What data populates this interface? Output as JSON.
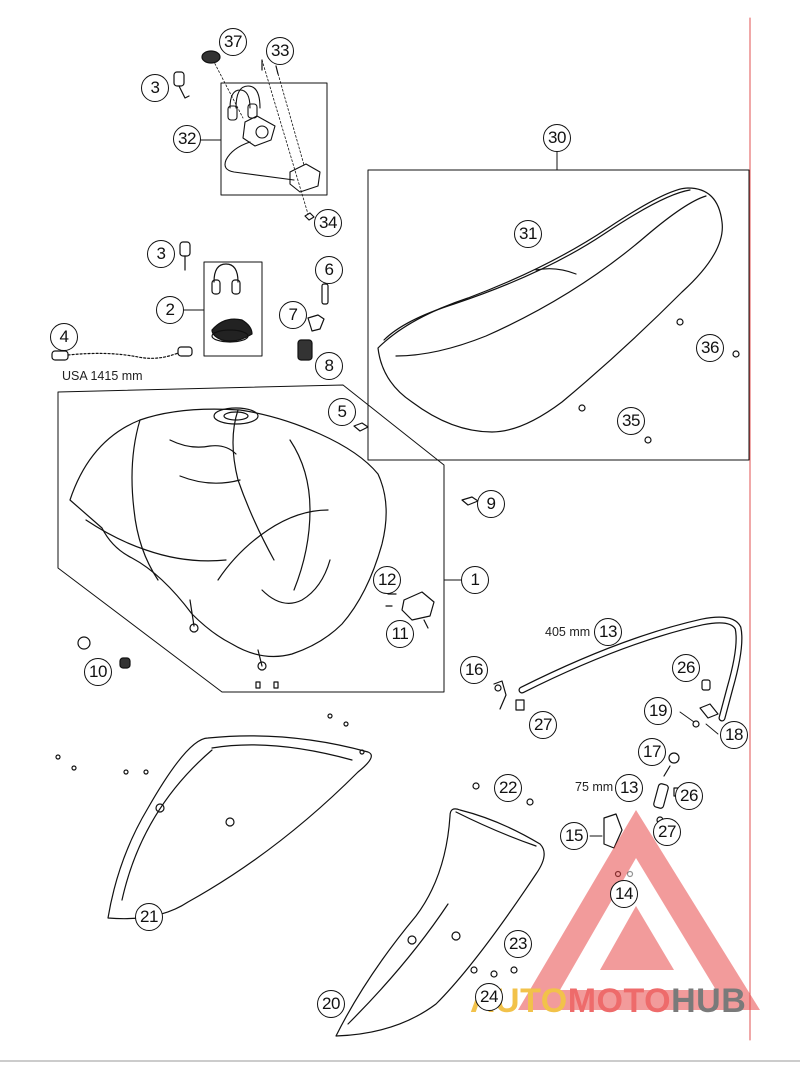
{
  "diagram": {
    "labels": {
      "l1": "1",
      "l2": "2",
      "l3a": "3",
      "l3b": "3",
      "l4": "4",
      "l5": "5",
      "l6": "6",
      "l7": "7",
      "l8": "8",
      "l9": "9",
      "l10": "10",
      "l11": "11",
      "l12": "12",
      "l13a": "13",
      "l13b": "13",
      "l14": "14",
      "l15": "15",
      "l16": "16",
      "l17": "17",
      "l18": "18",
      "l19": "19",
      "l20": "20",
      "l21": "21",
      "l22": "22",
      "l23": "23",
      "l24": "24",
      "l26a": "26",
      "l26b": "26",
      "l27a": "27",
      "l27b": "27",
      "l30": "30",
      "l31": "31",
      "l32": "32",
      "l33": "33",
      "l34": "34",
      "l35": "35",
      "l36": "36",
      "l37": "37"
    },
    "dimensions": {
      "usa_length": "USA 1415 mm",
      "hose_long": "405 mm",
      "hose_short": "75 mm"
    },
    "watermark": {
      "part1": "AUTO",
      "part2": "MOTO",
      "part3": "HUB"
    }
  }
}
